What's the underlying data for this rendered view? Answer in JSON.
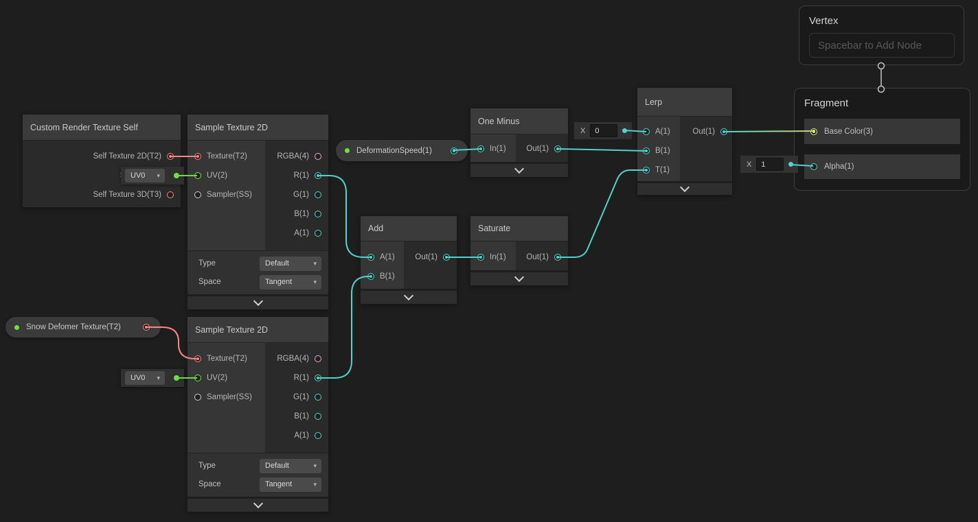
{
  "colors": {
    "canvas_bg": "#1e1e1e",
    "node_header_bg": "#3b3b3b",
    "node_body_bg": "#2a2a2a",
    "node_input_column_bg": "#363636",
    "edge_cyan": "#4ed3cd",
    "edge_green": "#6bdc42",
    "edge_red": "#ff8585",
    "edge_gradient_yellow": "#cbd671",
    "port_red": "#ff8181",
    "port_green": "#7ee04a",
    "port_pink": "#f2a5dc",
    "port_cyan": "#4ed3cd",
    "port_yellow": "#e0e87c",
    "port_gray": "#d0d0d0",
    "connector_gray": "#c4c4c4"
  },
  "icons": {
    "dropdown_arrow": "▾"
  },
  "nodes": {
    "crts": {
      "title": "Custom Render Texture Self",
      "outputs": [
        "Self Texture 2D(T2)",
        "Self Texture",
        "Self Texture 3D(T3)"
      ]
    },
    "sample1": {
      "title": "Sample Texture 2D",
      "inputs": [
        "Texture(T2)",
        "UV(2)",
        "Sampler(SS)"
      ],
      "outputs": [
        "RGBA(4)",
        "R(1)",
        "G(1)",
        "B(1)",
        "A(1)"
      ],
      "settings": [
        {
          "label": "Type",
          "value": "Default"
        },
        {
          "label": "Space",
          "value": "Tangent"
        }
      ]
    },
    "sample2": {
      "title": "Sample Texture 2D",
      "inputs": [
        "Texture(T2)",
        "UV(2)",
        "Sampler(SS)"
      ],
      "outputs": [
        "RGBA(4)",
        "R(1)",
        "G(1)",
        "B(1)",
        "A(1)"
      ],
      "settings": [
        {
          "label": "Type",
          "value": "Default"
        },
        {
          "label": "Space",
          "value": "Tangent"
        }
      ]
    },
    "one_minus": {
      "title": "One Minus",
      "inputs": [
        "In(1)"
      ],
      "outputs": [
        "Out(1)"
      ]
    },
    "add": {
      "title": "Add",
      "inputs": [
        "A(1)",
        "B(1)"
      ],
      "outputs": [
        "Out(1)"
      ]
    },
    "saturate": {
      "title": "Saturate",
      "inputs": [
        "In(1)"
      ],
      "outputs": [
        "Out(1)"
      ]
    },
    "lerp": {
      "title": "Lerp",
      "inputs": [
        "A(1)",
        "B(1)",
        "T(1)"
      ],
      "outputs": [
        "Out(1)"
      ]
    },
    "vertex": {
      "title": "Vertex",
      "placeholder": "Spacebar to Add Node"
    },
    "fragment": {
      "title": "Fragment",
      "blocks": [
        "Base Color(3)",
        "Alpha(1)"
      ]
    }
  },
  "properties": {
    "deformation_speed": {
      "label": "DeformationSpeed(1)"
    },
    "snow_deformer": {
      "label": "Snow Defomer Texture(T2)"
    }
  },
  "widgets": {
    "uv_a": {
      "value": "UV0"
    },
    "uv_b": {
      "value": "UV0"
    },
    "x_a": {
      "label": "X",
      "value": "0"
    },
    "x_b": {
      "label": "X",
      "value": "1"
    }
  }
}
